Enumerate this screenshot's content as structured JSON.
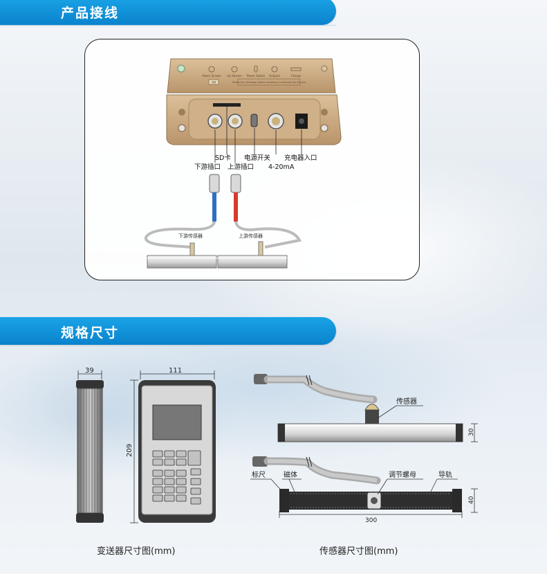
{
  "sections": {
    "connection_title": "产品接线",
    "spec_title": "规格尺寸"
  },
  "wiring": {
    "device_labels": [
      "Power Screen",
      "Up Stream",
      "Power Switch",
      "Outputs",
      "Charge"
    ],
    "device_warning": "Please turn off power before inserting or removing the SD card",
    "device_small_tag": "ON",
    "sd_card": "SD卡",
    "power_switch": "电源开关",
    "charger_port": "充电器入口",
    "downstream_port": "下游插口",
    "upstream_port": "上游插口",
    "output": "4-20mA",
    "downstream_sensor": "下游传感器",
    "upstream_sensor": "上游传感器"
  },
  "transmitter": {
    "width_side": "39",
    "width_front": "111",
    "height": "209",
    "caption": "变送器尺寸图(mm)"
  },
  "sensor": {
    "sensor_label": "传感器",
    "height_top": "30",
    "height_bottom": "40",
    "scale_label": "标尺",
    "magnet_label": "磁体",
    "nut_label": "调节螺母",
    "rail_label": "导轨",
    "length": "300",
    "caption": "传感器尺寸图(mm)"
  }
}
